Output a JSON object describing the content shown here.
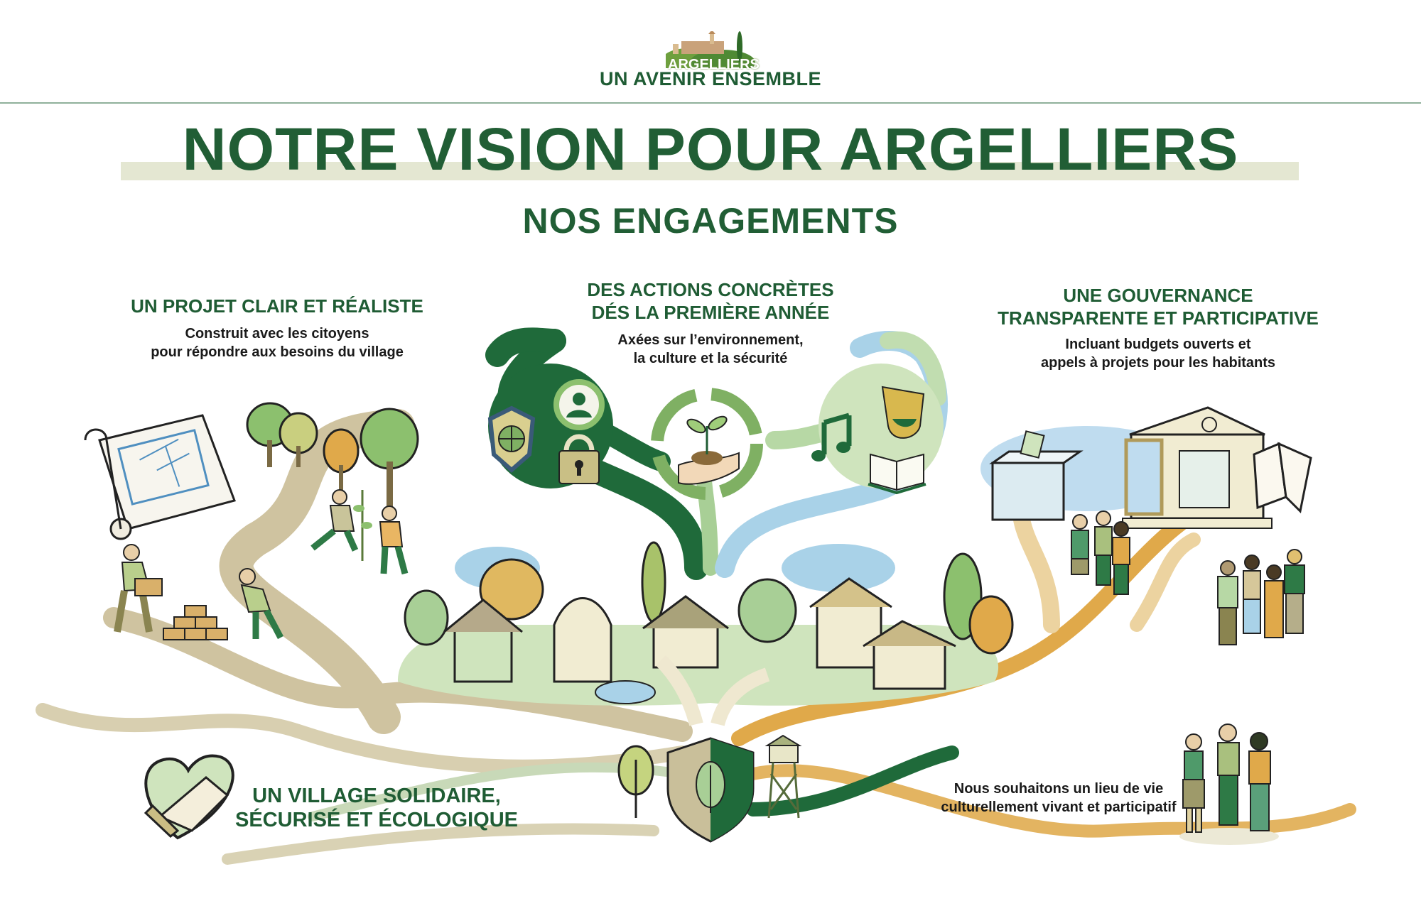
{
  "header": {
    "logo_town_name": "ARGELLIERS",
    "logo_slogan": "UN AVENIR ENSEMBLE"
  },
  "title": "NOTRE VISION POUR ARGELLIERS",
  "subtitle": "NOS ENGAGEMENTS",
  "sections": [
    {
      "id": "projet",
      "heading": "UN PROJET CLAIR ET RÉALISTE",
      "lines": [
        "Construit avec les citoyens",
        "pour répondre aux besoins du village"
      ],
      "icons": [
        "blueprint-icon",
        "people-building-icon",
        "tree-planting-icon"
      ]
    },
    {
      "id": "actions",
      "heading_lines": [
        "DES ACTIONS CONCRÈTES",
        "DÉS LA PREMIÈRE ANNÉE"
      ],
      "lines": [
        "Axées sur l’environnement,",
        "la culture et la sécurité"
      ],
      "icons": [
        "shield-icon",
        "user-circle-icon",
        "padlock-icon",
        "recycle-plant-hand-icon",
        "music-note-icon",
        "theater-mask-icon",
        "open-book-icon"
      ]
    },
    {
      "id": "gouvernance",
      "heading_lines": [
        "UNE GOUVERNANCE",
        "TRANSPARENTE ET PARTICIPATIVE"
      ],
      "lines": [
        "Incluant budgets ouverts et",
        "appels à projets pour les habitants"
      ],
      "icons": [
        "ballot-box-icon",
        "town-hall-icon",
        "open-book-icon",
        "citizens-group-icon"
      ]
    },
    {
      "id": "village",
      "heading_lines": [
        "UN VILLAGE SOLIDAIRE,",
        "SÉCURISÉ ET ÉCOLOGIQUE"
      ],
      "icons": [
        "heart-handshake-icon",
        "tree-icon",
        "leaf-shield-icon",
        "watchtower-icon"
      ]
    },
    {
      "id": "culture",
      "lines": [
        "Nous souhaitons un lieu de vie",
        "culturellement vivant et participatif"
      ],
      "icons": [
        "citizens-trio-icon"
      ]
    }
  ],
  "colors": {
    "brand_green": "#215e35",
    "light_green": "#a8cf96",
    "sage": "#c9c49a",
    "ochre": "#e0a94a",
    "sky_blue": "#a9d2e8",
    "beige_path": "#cfc3a0"
  }
}
